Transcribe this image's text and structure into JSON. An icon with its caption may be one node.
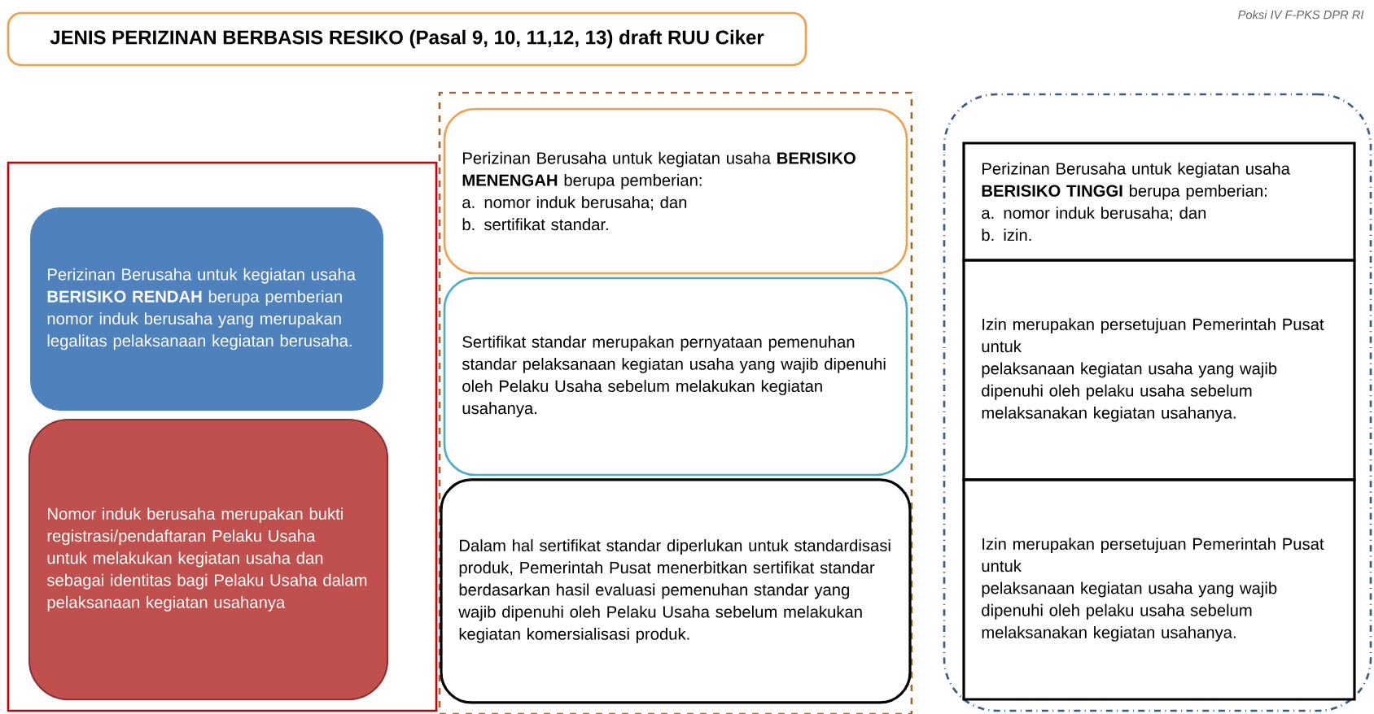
{
  "diagram": {
    "title": "JENIS PERIZINAN BERBASIS RESIKO (Pasal 9, 10, 11,12, 13) draft RUU Ciker",
    "nodes": [
      {
        "text": [],
        "shape": "box"
      },
      {
        "text": [
          "Perizinan Berusaha untuk kegiatan usaha **BERISIKO RENDAH** berupa pemberian nomor induk berusaha yang merupakan legalitas pelaksanaan kegiatan berusaha."
        ],
        "in": 0
      },
      {
        "text": [
          "Nomor induk berusaha merupakan bukti registrasi/pendaftaran Pelaku Usaha untuk melakukan kegiatan usaha dan sebagai identitas bagi Pelaku Usaha dalam pelaksanaan kegiatan usahanya"
        ],
        "in": 0
      },
      {
        "text": [],
        "shape": "box"
      },
      {
        "text": [
          "Perizinan Berusaha untuk kegiatan usaha **BERISIKO MENENGAH** berupa pemberian:",
          "a. nomor induk berusaha; dan",
          "b. sertifikat standar."
        ],
        "in": 3
      },
      {
        "text": [
          "Sertifikat standar merupakan pernyataan pemenuhan standar pelaksanaan kegiatan usaha yang wajib dipenuhi oleh Pelaku Usaha sebelum melakukan kegiatan usahanya."
        ],
        "in": 3
      },
      {
        "text": [
          "Dalam hal sertifikat standar diperlukan untuk standardisasi produk, Pemerintah Pusat menerbitkan sertifikat standar berdasarkan hasil evaluasi pemenuhan standar yang wajib dipenuhi oleh Pelaku Usaha sebelum melakukan kegiatan komersialisasi produk."
        ],
        "in": 3
      },
      {
        "text": [],
        "shape": "box"
      },
      {
        "text": [
          "Perizinan Berusaha untuk kegiatan usaha **BERISIKO TINGGI** berupa pemberian:",
          "a. nomor induk berusaha; dan",
          "b. izin."
        ],
        "in": 7
      },
      {
        "text": [
          "Izin merupakan persetujuan Pemerintah Pusat untuk",
          "pelaksanaan kegiatan usaha yang wajib dipenuhi oleh pelaku usaha sebelum melaksanakan kegiatan usahanya."
        ],
        "in": 7
      },
      {
        "text": [
          "Izin merupakan persetujuan Pemerintah Pusat untuk",
          "pelaksanaan kegiatan usaha yang wajib dipenuhi oleh pelaku usaha sebelum melaksanakan kegiatan usahanya."
        ],
        "in": 7
      }
    ],
    "labels": [
      "Poksi IV F-PKS DPR RI"
    ]
  }
}
